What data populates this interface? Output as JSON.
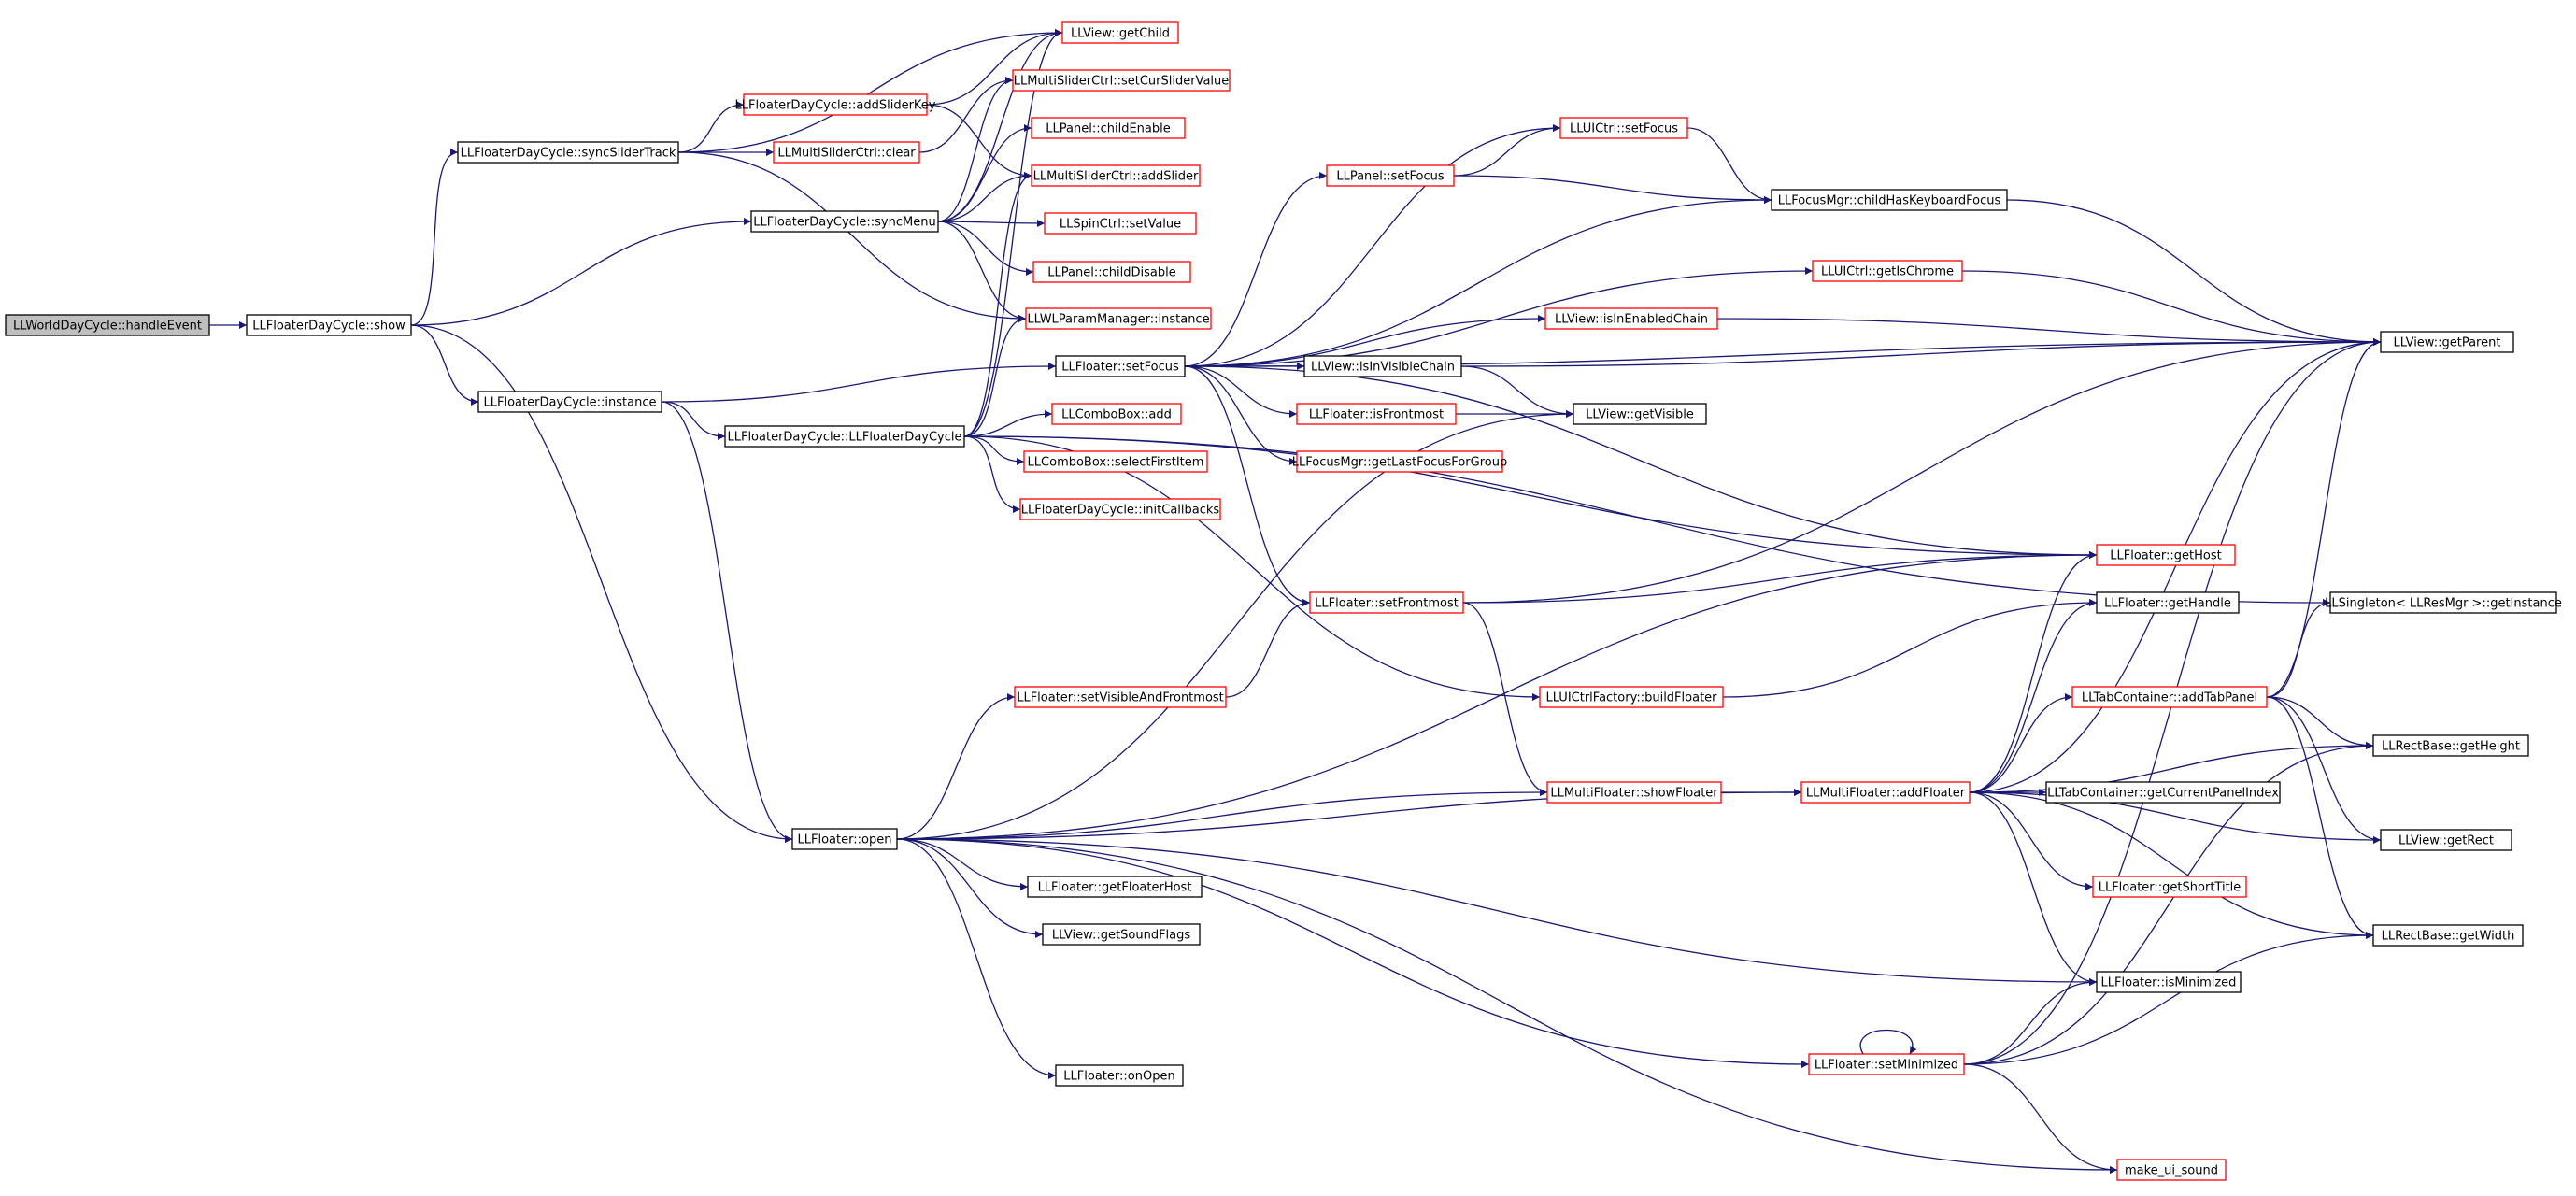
{
  "colors": {
    "edge": "#191970",
    "root_fill": "#bfbfbf",
    "node_fill": "#ffffff",
    "border_black": "#000000",
    "border_red": "#ff0000"
  },
  "nodes": {
    "n0": {
      "label": "LLWorldDayCycle::handleEvent",
      "style": "root"
    },
    "n1": {
      "label": "LLFloaterDayCycle::show",
      "style": "black"
    },
    "n2": {
      "label": "LLFloaterDayCycle::syncSliderTrack",
      "style": "black"
    },
    "n3": {
      "label": "LLFloaterDayCycle::syncMenu",
      "style": "black"
    },
    "n4": {
      "label": "LLFloaterDayCycle::instance",
      "style": "black"
    },
    "n5": {
      "label": "LLFloaterDayCycle::LLFloaterDayCycle",
      "style": "black"
    },
    "n6": {
      "label": "LLFloater::open",
      "style": "black"
    },
    "n7": {
      "label": "LLView::getChild",
      "style": "red"
    },
    "n8": {
      "label": "LLMultiSliderCtrl::setCurSliderValue",
      "style": "red"
    },
    "n9": {
      "label": "LLFloaterDayCycle::addSliderKey",
      "style": "red"
    },
    "n10": {
      "label": "LLMultiSliderCtrl::clear",
      "style": "red"
    },
    "n11": {
      "label": "LLPanel::childEnable",
      "style": "red"
    },
    "n12": {
      "label": "LLMultiSliderCtrl::addSlider",
      "style": "red"
    },
    "n13": {
      "label": "LLSpinCtrl::setValue",
      "style": "red"
    },
    "n14": {
      "label": "LLPanel::childDisable",
      "style": "red"
    },
    "n15": {
      "label": "LLWLParamManager::instance",
      "style": "red"
    },
    "n16": {
      "label": "LLFloater::setFocus",
      "style": "black"
    },
    "n17": {
      "label": "LLComboBox::add",
      "style": "red"
    },
    "n18": {
      "label": "LLComboBox::selectFirstItem",
      "style": "red"
    },
    "n19": {
      "label": "LLFloaterDayCycle::initCallbacks",
      "style": "red"
    },
    "n20": {
      "label": "LLFloater::setVisibleAndFrontmost",
      "style": "red"
    },
    "n21": {
      "label": "LLFloater::getFloaterHost",
      "style": "black"
    },
    "n22": {
      "label": "LLView::getSoundFlags",
      "style": "black"
    },
    "n23": {
      "label": "LLFloater::onOpen",
      "style": "black"
    },
    "n24": {
      "label": "LLPanel::setFocus",
      "style": "red"
    },
    "n25": {
      "label": "LLUICtrl::setFocus",
      "style": "red"
    },
    "n26": {
      "label": "LLFocusMgr::childHasKeyboardFocus",
      "style": "black"
    },
    "n27": {
      "label": "LLUICtrl::getIsChrome",
      "style": "red"
    },
    "n28": {
      "label": "LLView::isInEnabledChain",
      "style": "red"
    },
    "n29": {
      "label": "LLView::isInVisibleChain",
      "style": "black"
    },
    "n30": {
      "label": "LLFloater::isFrontmost",
      "style": "red"
    },
    "n31": {
      "label": "LLView::getVisible",
      "style": "black"
    },
    "n32": {
      "label": "LLFocusMgr::getLastFocusForGroup",
      "style": "red"
    },
    "n33": {
      "label": "LLFloater::setFrontmost",
      "style": "red"
    },
    "n34": {
      "label": "LLUICtrlFactory::buildFloater",
      "style": "red"
    },
    "n35": {
      "label": "LLMultiFloater::showFloater",
      "style": "red"
    },
    "n36": {
      "label": "LLMultiFloater::addFloater",
      "style": "red"
    },
    "n37": {
      "label": "LLFloater::setMinimized",
      "style": "red"
    },
    "n38": {
      "label": "LLView::getParent",
      "style": "black"
    },
    "n39": {
      "label": "LLFloater::getHost",
      "style": "red"
    },
    "n40": {
      "label": "LLFloater::getHandle",
      "style": "black"
    },
    "n41": {
      "label": "LLSingleton< LLResMgr >::getInstance",
      "style": "black"
    },
    "n42": {
      "label": "LLTabContainer::addTabPanel",
      "style": "red"
    },
    "n43": {
      "label": "LLRectBase::getHeight",
      "style": "black"
    },
    "n44": {
      "label": "LLTabContainer::getCurrentPanelIndex",
      "style": "black"
    },
    "n45": {
      "label": "LLView::getRect",
      "style": "black"
    },
    "n46": {
      "label": "LLFloater::getShortTitle",
      "style": "red"
    },
    "n47": {
      "label": "LLRectBase::getWidth",
      "style": "black"
    },
    "n48": {
      "label": "LLFloater::isMinimized",
      "style": "black"
    },
    "n49": {
      "label": "make_ui_sound",
      "style": "red"
    }
  },
  "edges": [
    [
      "n0",
      "n1"
    ],
    [
      "n1",
      "n2"
    ],
    [
      "n1",
      "n3"
    ],
    [
      "n1",
      "n4"
    ],
    [
      "n1",
      "n6"
    ],
    [
      "n2",
      "n7"
    ],
    [
      "n2",
      "n9"
    ],
    [
      "n2",
      "n10"
    ],
    [
      "n2",
      "n15"
    ],
    [
      "n3",
      "n7"
    ],
    [
      "n3",
      "n8"
    ],
    [
      "n3",
      "n11"
    ],
    [
      "n3",
      "n12"
    ],
    [
      "n3",
      "n13"
    ],
    [
      "n3",
      "n14"
    ],
    [
      "n3",
      "n15"
    ],
    [
      "n9",
      "n7"
    ],
    [
      "n9",
      "n12"
    ],
    [
      "n10",
      "n8"
    ],
    [
      "n4",
      "n5"
    ],
    [
      "n4",
      "n16"
    ],
    [
      "n4",
      "n6"
    ],
    [
      "n5",
      "n7"
    ],
    [
      "n5",
      "n12"
    ],
    [
      "n5",
      "n15"
    ],
    [
      "n5",
      "n17"
    ],
    [
      "n5",
      "n18"
    ],
    [
      "n5",
      "n19"
    ],
    [
      "n5",
      "n34"
    ],
    [
      "n5",
      "n39"
    ],
    [
      "n5",
      "n41"
    ],
    [
      "n6",
      "n20"
    ],
    [
      "n6",
      "n21"
    ],
    [
      "n6",
      "n22"
    ],
    [
      "n6",
      "n23"
    ],
    [
      "n6",
      "n31"
    ],
    [
      "n6",
      "n35"
    ],
    [
      "n6",
      "n36"
    ],
    [
      "n6",
      "n37"
    ],
    [
      "n6",
      "n39"
    ],
    [
      "n6",
      "n48"
    ],
    [
      "n6",
      "n49"
    ],
    [
      "n16",
      "n24"
    ],
    [
      "n16",
      "n25"
    ],
    [
      "n16",
      "n26"
    ],
    [
      "n16",
      "n27"
    ],
    [
      "n16",
      "n28"
    ],
    [
      "n16",
      "n29"
    ],
    [
      "n16",
      "n30"
    ],
    [
      "n16",
      "n32"
    ],
    [
      "n16",
      "n33"
    ],
    [
      "n16",
      "n38"
    ],
    [
      "n16",
      "n39"
    ],
    [
      "n24",
      "n25"
    ],
    [
      "n24",
      "n26"
    ],
    [
      "n25",
      "n26"
    ],
    [
      "n26",
      "n38"
    ],
    [
      "n27",
      "n38"
    ],
    [
      "n28",
      "n38"
    ],
    [
      "n29",
      "n31"
    ],
    [
      "n29",
      "n38"
    ],
    [
      "n30",
      "n31"
    ],
    [
      "n20",
      "n33"
    ],
    [
      "n33",
      "n38"
    ],
    [
      "n33",
      "n39"
    ],
    [
      "n33",
      "n35"
    ],
    [
      "n34",
      "n40"
    ],
    [
      "n35",
      "n36"
    ],
    [
      "n36",
      "n39"
    ],
    [
      "n36",
      "n40"
    ],
    [
      "n36",
      "n42"
    ],
    [
      "n36",
      "n43"
    ],
    [
      "n36",
      "n44"
    ],
    [
      "n36",
      "n45"
    ],
    [
      "n36",
      "n46"
    ],
    [
      "n36",
      "n47"
    ],
    [
      "n36",
      "n48"
    ],
    [
      "n36",
      "n38"
    ],
    [
      "n42",
      "n38"
    ],
    [
      "n42",
      "n41"
    ],
    [
      "n42",
      "n43"
    ],
    [
      "n42",
      "n45"
    ],
    [
      "n42",
      "n47"
    ],
    [
      "n37",
      "n37"
    ],
    [
      "n37",
      "n48"
    ],
    [
      "n37",
      "n43"
    ],
    [
      "n37",
      "n47"
    ],
    [
      "n37",
      "n49"
    ],
    [
      "n37",
      "n38"
    ]
  ]
}
